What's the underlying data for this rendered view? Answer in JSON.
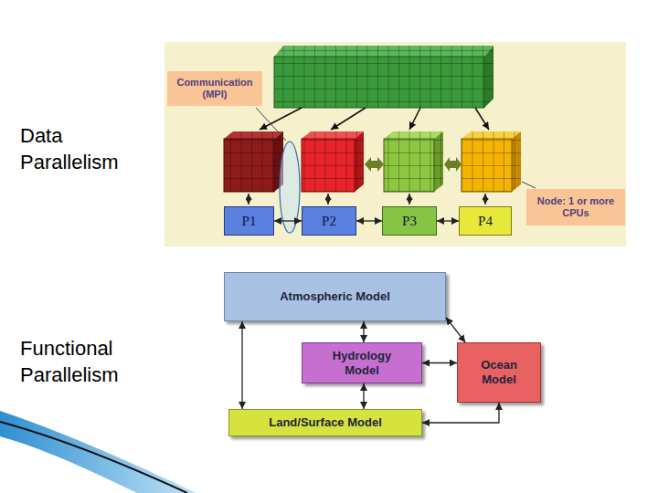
{
  "diagram": {
    "nodes": [
      {
        "text": [
          "Communication (MPI)"
        ]
      },
      {
        "text": [
          "P1"
        ]
      },
      {
        "text": [
          "P2"
        ]
      },
      {
        "text": [
          "P3"
        ]
      },
      {
        "text": [
          "P4"
        ]
      },
      {
        "text": [
          "Node: 1 or more CPUs"
        ]
      },
      {
        "text": [
          "Atmospheric Model"
        ]
      },
      {
        "text": [
          "Hydrology Model"
        ]
      },
      {
        "text": [
          "Ocean Model"
        ]
      },
      {
        "text": [
          "Land/Surface Model"
        ]
      }
    ],
    "edges": [
      {
        "from": 1,
        "to": 2,
        "arrow": "both"
      },
      {
        "from": 2,
        "to": 3,
        "arrow": "both"
      },
      {
        "from": 3,
        "to": 4,
        "arrow": "both"
      },
      {
        "from": 6,
        "to": 7,
        "arrow": "both"
      },
      {
        "from": 6,
        "to": 8,
        "arrow": "both"
      },
      {
        "from": 6,
        "to": 9,
        "arrow": "both"
      },
      {
        "from": 7,
        "to": 8,
        "arrow": "both"
      },
      {
        "from": 7,
        "to": 9,
        "arrow": "both"
      },
      {
        "from": 9,
        "to": 8,
        "arrow": "both"
      }
    ],
    "labels": [
      "Data Parallelism",
      "Functional Parallelism"
    ]
  }
}
